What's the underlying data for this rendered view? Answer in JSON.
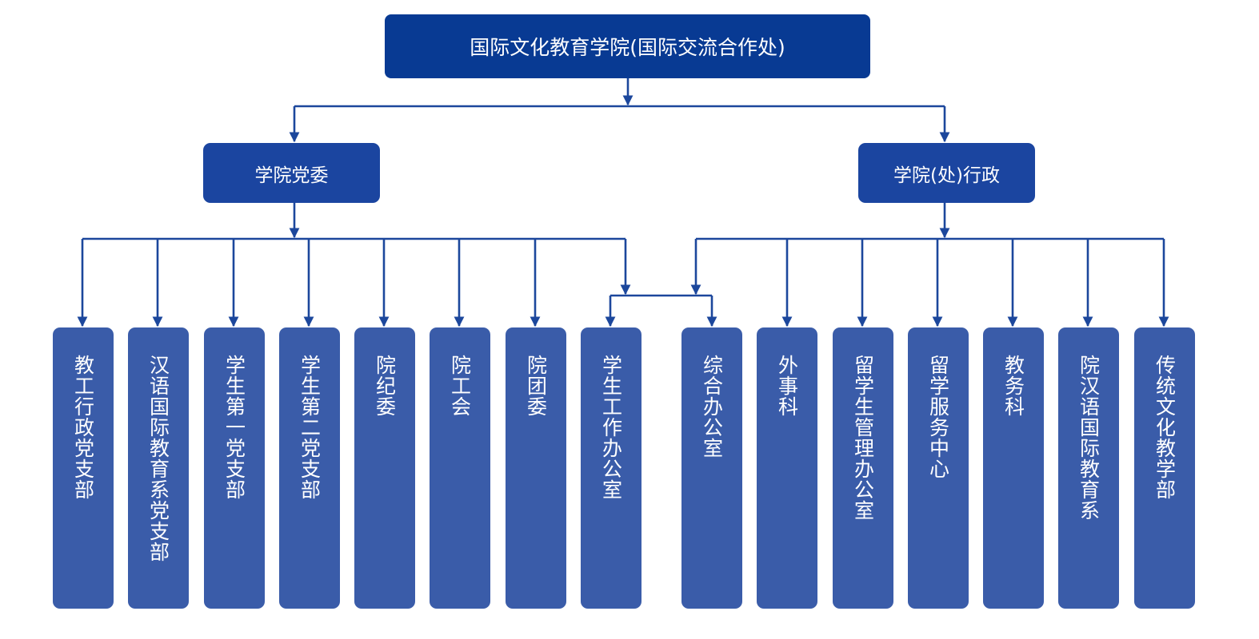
{
  "org_chart": {
    "root": {
      "label": "国际文化教育学院(国际交流合作处)"
    },
    "branches": [
      {
        "label": "学院党委",
        "children": [
          "教工行政党支部",
          "汉语国际教育系党支部",
          "学生第一党支部",
          "学生第二党支部",
          "院纪委",
          "院工会",
          "院团委",
          "学生工作办公室"
        ]
      },
      {
        "label": "学院(处)行政",
        "children": [
          "综合办公室",
          "外事科",
          "留学生管理办公室",
          "留学服务中心",
          "教务科",
          "院汉语国际教育系",
          "传统文化教学部"
        ]
      }
    ],
    "shared_children": [
      "学生工作办公室",
      "综合办公室"
    ],
    "colors": {
      "root_fill": "#083a93",
      "branch_fill": "#1b45a0",
      "leaf_fill": "#3a5ca9",
      "connector": "#1c479c",
      "text": "#ffffff"
    }
  }
}
